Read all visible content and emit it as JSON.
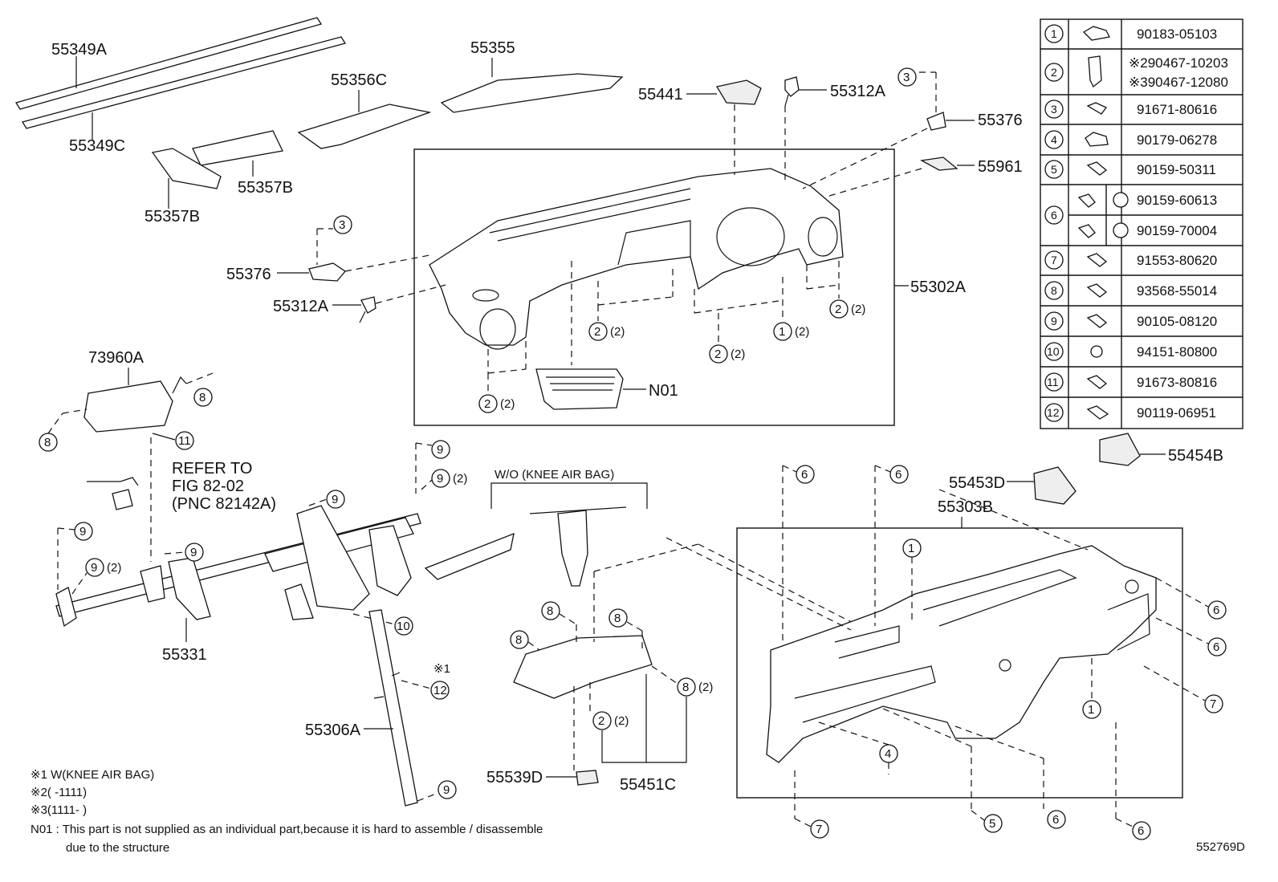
{
  "parts": {
    "p55349A": "55349A",
    "p55349C": "55349C",
    "p55355": "55355",
    "p55356C": "55356C",
    "p55357B_a": "55357B",
    "p55357B_b": "55357B",
    "p55441": "55441",
    "p55312A_a": "55312A",
    "p55376_a": "55376",
    "p55961": "55961",
    "p55376_b": "55376",
    "p55312A_b": "55312A",
    "p55302A": "55302A",
    "pN01": "N01",
    "p73960A": "73960A",
    "p55331": "55331",
    "p55306A": "55306A",
    "p55454B": "55454B",
    "p55453D": "55453D",
    "p55303B": "55303B",
    "p55539D": "55539D",
    "p55451C": "55451C",
    "figure_id": "552769D"
  },
  "refer": {
    "line1": "REFER TO",
    "line2": "FIG 82-02",
    "line3": "(PNC 82142A)"
  },
  "wo_knee": "W/O (KNEE AIR BAG)",
  "note_mark1": "※1",
  "qty2": "(2)",
  "notes": {
    "n1": "※1 W(KNEE AIR BAG)",
    "n2": "※2(   -1111)",
    "n3": "※3(1111-   )",
    "n4": "N01 : This part is not supplied as an individual part,because it is hard to assemble / disassemble",
    "n5": "due to the structure"
  },
  "fastener_table": [
    {
      "no": "1",
      "part": "90183-05103"
    },
    {
      "no": "2",
      "part": "※290467-10203",
      "part2": "※390467-12080"
    },
    {
      "no": "3",
      "part": "91671-80616"
    },
    {
      "no": "4",
      "part": "90179-06278"
    },
    {
      "no": "5",
      "part": "90159-50311"
    },
    {
      "no": "6",
      "part": "90159-60613",
      "part2": "90159-70004"
    },
    {
      "no": "7",
      "part": "91553-80620"
    },
    {
      "no": "8",
      "part": "93568-55014"
    },
    {
      "no": "9",
      "part": "90105-08120"
    },
    {
      "no": "10",
      "part": "94151-80800"
    },
    {
      "no": "11",
      "part": "91673-80816"
    },
    {
      "no": "12",
      "part": "90119-06951"
    }
  ],
  "callouts": {
    "c1": "1",
    "c2": "2",
    "c3": "3",
    "c4": "4",
    "c5": "5",
    "c6": "6",
    "c7": "7",
    "c8": "8",
    "c9": "9",
    "c10": "10",
    "c11": "11",
    "c12": "12"
  }
}
